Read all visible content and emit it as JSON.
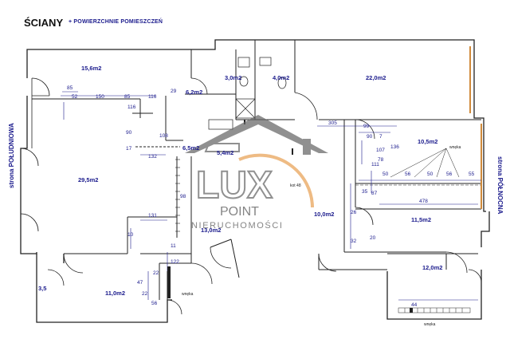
{
  "header": {
    "title": "ŚCIANY",
    "subtitle": "+ POWIERZCHNIE POMIESZCZEŃ"
  },
  "side_labels": {
    "left": "strona POŁUDNIOWA",
    "right": "strona PÓŁNOCNA"
  },
  "watermark": {
    "brand_top": "LUX",
    "brand_mid": "POINT",
    "brand_bottom": "NIERUCHOMOŚCI"
  },
  "rooms": [
    {
      "label": "15,6m2"
    },
    {
      "label": "6,2m2"
    },
    {
      "label": "3,0m2"
    },
    {
      "label": "4,0m2"
    },
    {
      "label": "22,0m2"
    },
    {
      "label": "29,5m2"
    },
    {
      "label": "6,5m2"
    },
    {
      "label": "5,4m2"
    },
    {
      "label": "10,5m2"
    },
    {
      "label": "11,5m2"
    },
    {
      "label": "13,0m2"
    },
    {
      "label": "10,0m2"
    },
    {
      "label": "12,0m2"
    },
    {
      "label": "11,0m2"
    },
    {
      "label": "3,5"
    }
  ],
  "dimensions": [
    "85",
    "52",
    "150",
    "85",
    "116",
    "17",
    "29",
    "108",
    "132",
    "90",
    "98",
    "131",
    "116",
    "305",
    "90",
    "7",
    "107",
    "136",
    "78",
    "99",
    "478",
    "50",
    "56",
    "50",
    "56",
    "55",
    "111",
    "87",
    "20",
    "35",
    "26",
    "122",
    "32",
    "11",
    "22",
    "47",
    "56",
    "22",
    "10",
    "44"
  ],
  "notes": [
    {
      "text": "wnęka"
    },
    {
      "text": "wnęka"
    },
    {
      "text": "wnęka"
    },
    {
      "text": "kot 48"
    }
  ],
  "colors": {
    "wall": "#222222",
    "dimension": "#1a1a8c",
    "room_label": "#1a1a8c",
    "window": "#d08a3a",
    "watermark": "#555555",
    "watermark_accent": "#e28a2a"
  }
}
